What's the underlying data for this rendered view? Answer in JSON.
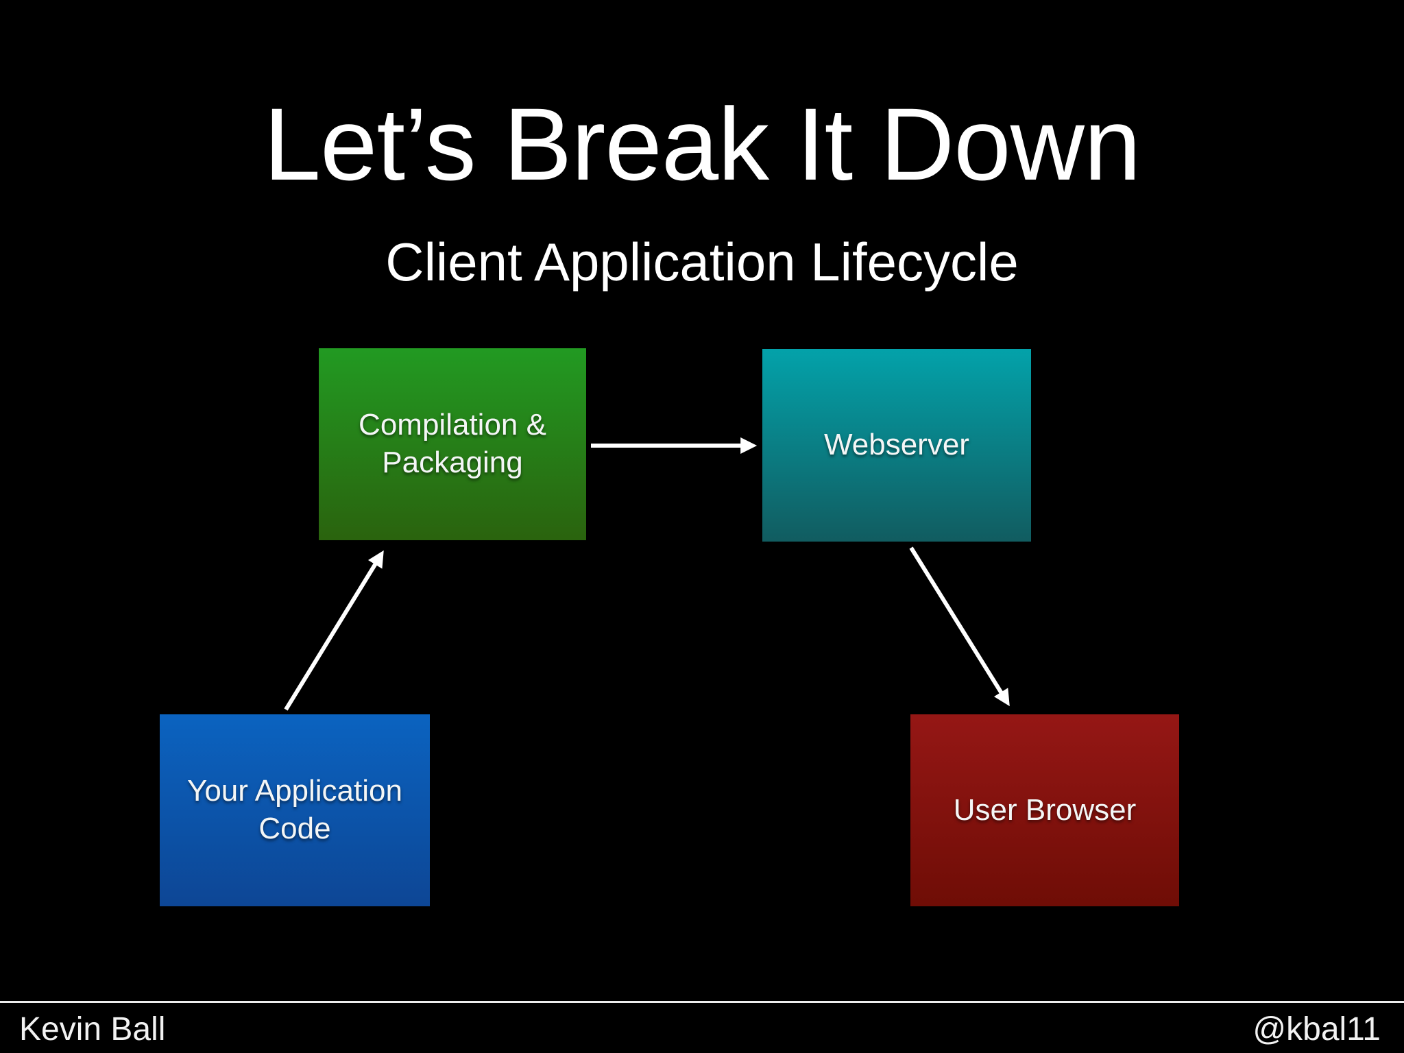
{
  "slide": {
    "title": "Let’s Break It Down",
    "subtitle": "Client Application Lifecycle",
    "background_color": "#000000",
    "text_color": "#ffffff",
    "footer": {
      "author": "Kevin Ball",
      "handle": "@kbal11",
      "divider_color": "#ececec"
    }
  },
  "diagram": {
    "arrow_color": "#ffffff",
    "nodes": [
      {
        "id": "your-application-code",
        "label": "Your Application Code",
        "color_top": "#0b63c0",
        "color_bottom": "#0d4695"
      },
      {
        "id": "compilation-packaging",
        "label": "Compilation & Packaging",
        "color_top": "#229a22",
        "color_bottom": "#2a630e"
      },
      {
        "id": "webserver",
        "label": "Webserver",
        "color_top": "#03a2aa",
        "color_bottom": "#115c60"
      },
      {
        "id": "user-browser",
        "label": "User Browser",
        "color_top": "#951715",
        "color_bottom": "#6f0d06"
      }
    ],
    "edges": [
      {
        "from": "your-application-code",
        "to": "compilation-packaging"
      },
      {
        "from": "compilation-packaging",
        "to": "webserver"
      },
      {
        "from": "webserver",
        "to": "user-browser"
      }
    ]
  }
}
